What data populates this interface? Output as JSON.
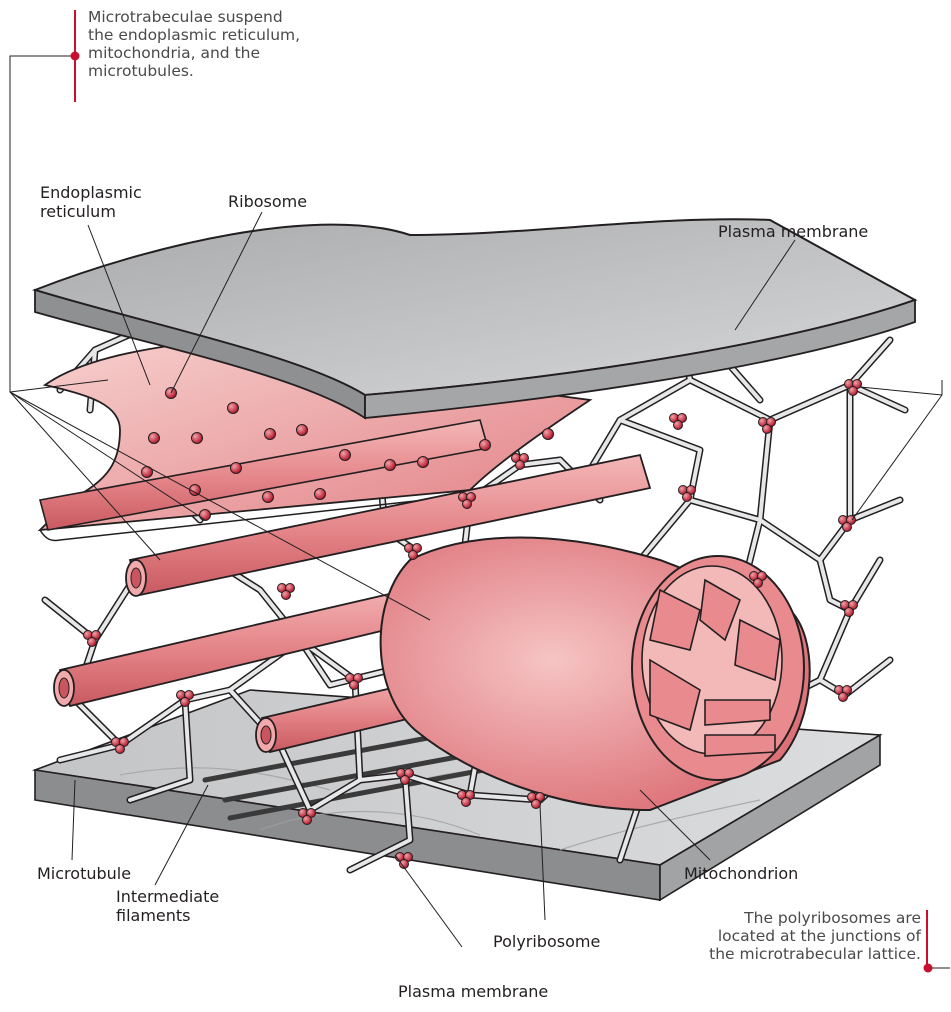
{
  "labels": {
    "endoplasmic_reticulum": [
      "Endoplasmic",
      "reticulum"
    ],
    "ribosome": "Ribosome",
    "plasma_membrane_top": "Plasma membrane",
    "microtubule": "Microtubule",
    "intermediate_filaments": [
      "Intermediate",
      "filaments"
    ],
    "polyribosome": "Polyribosome",
    "mitochondrion": "Mitochondrion",
    "plasma_membrane_bottom": "Plasma membrane"
  },
  "notes": {
    "microtrabeculae": [
      "Microtrabeculae suspend",
      "the endoplasmic reticulum,",
      "mitochondria, and the",
      "microtubules."
    ],
    "polyribosomes": [
      "The polyribosomes are",
      "located at the junctions of",
      "the microtrabecular lattice."
    ]
  },
  "colors": {
    "accent": "#c8102e",
    "organelle": "#e7878b",
    "organelle_light": "#f6c8c7",
    "membrane": "#bfc0c2",
    "lattice": "#e6e7e8"
  }
}
